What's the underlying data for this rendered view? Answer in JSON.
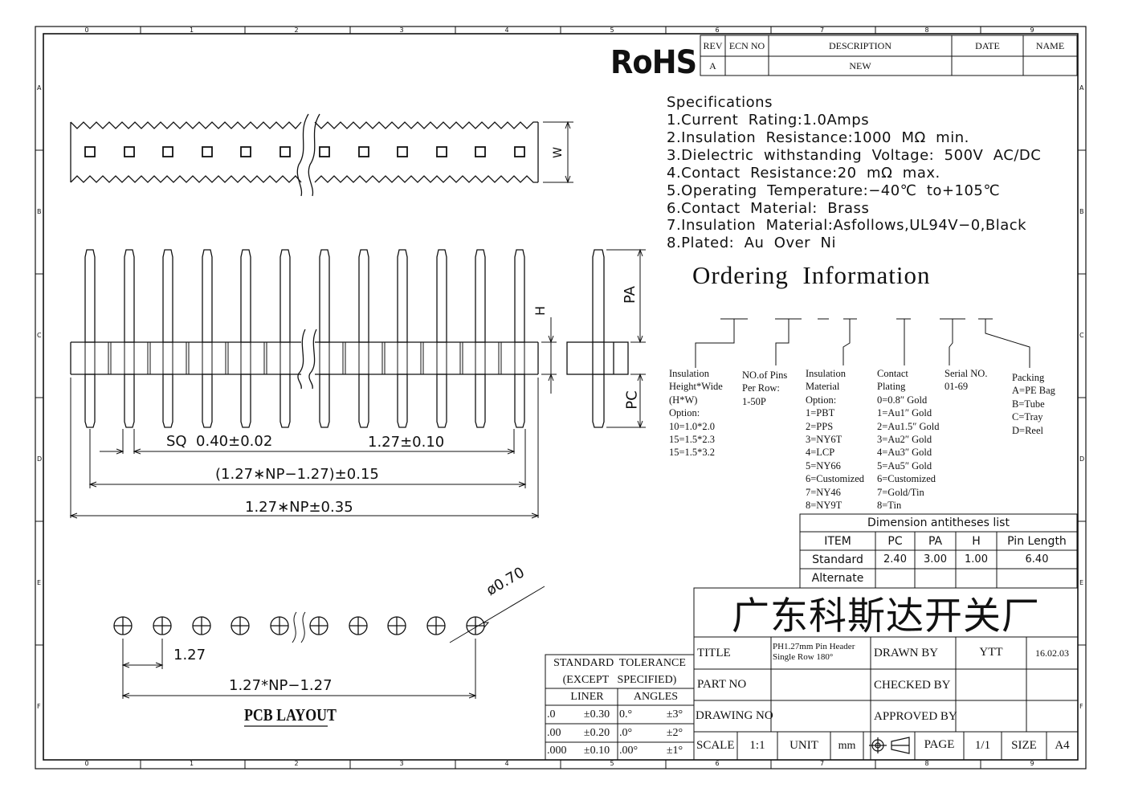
{
  "border": {
    "cols": [
      "0",
      "1",
      "2",
      "3",
      "4",
      "5",
      "6",
      "7",
      "8",
      "9"
    ],
    "rows": [
      "A",
      "B",
      "C",
      "D",
      "E",
      "F"
    ]
  },
  "rohs": "RoHS",
  "revision": {
    "headers": [
      "REV",
      "ECN NO",
      "DESCRIPTION",
      "DATE",
      "NAME"
    ],
    "row": [
      "A",
      "",
      "NEW",
      "",
      ""
    ]
  },
  "specs": {
    "title": "Specifications",
    "items": [
      "1.Current  Rating:1.0Amps",
      "2.Insulation  Resistance:1000  MΩ  min.",
      "3.Dielectric  withstanding  Voltage:  500V  AC/DC",
      "4.Contact  Resistance:20  mΩ  max.",
      "5.Operating  Temperature:−40℃  to+105℃",
      "6.Contact  Material:  Brass",
      "7.Insulation  Material:Asfollows,UL94V−0,Black",
      "8.Plated:  Au  Over  Ni"
    ]
  },
  "ordering": {
    "title": "Ordering  Information",
    "groups": [
      {
        "label": "Insulation\nHeight*Wide\n(H*W)\nOption:\n10=1.0*2.0\n15=1.5*2.3\n15=1.5*3.2"
      },
      {
        "label": "NO.of Pins\nPer Row:\n1-50P"
      },
      {
        "label": "Insulation\nMaterial\nOption:\n1=PBT\n2=PPS\n3=NY6T\n4=LCP\n5=NY66\n6=Customized\n7=NY46\n8=NY9T"
      },
      {
        "label": "Contact\nPlating\n0=0.8″ Gold\n1=Au1″ Gold\n2=Au1.5″ Gold\n3=Au2″ Gold\n4=Au3″ Gold\n5=Au5″ Gold\n6=Customized\n7=Gold/Tin\n8=Tin"
      },
      {
        "label": "Serial NO.\n01-69"
      },
      {
        "label": "Packing\nA=PE Bag\nB=Tube\nC=Tray\nD=Reel"
      }
    ]
  },
  "dimensions_table": {
    "title": "Dimension antitheses list",
    "headers": [
      "ITEM",
      "PC",
      "PA",
      "H",
      "Pin Length"
    ],
    "rows": [
      [
        "Standard",
        "2.40",
        "3.00",
        "1.00",
        "6.40"
      ],
      [
        "Alternate",
        "",
        "",
        "",
        ""
      ]
    ]
  },
  "drawing_labels": {
    "w": "W",
    "h": "H",
    "pa": "PA",
    "pc": "PC",
    "sq": "SQ  0.40±0.02",
    "pitch": "1.27±0.10",
    "span1": "(1.27∗NP−1.27)±0.15",
    "span2": "1.27∗NP±0.35",
    "hole": "ø0.70",
    "pcb_pitch": "1.27",
    "pcb_span": "1.27*NP−1.27",
    "pcb_title": "PCB LAYOUT"
  },
  "company": "广东科斯达开关厂",
  "tolerance": {
    "title1": "STANDARD  TOLERANCE",
    "title2": "(EXCEPT   SPECIFIED)",
    "liner": "LINER",
    "angles": "ANGLES",
    "rows": [
      [
        ".0",
        "±0.30",
        "0.°",
        "±3°"
      ],
      [
        ".00",
        "±0.20",
        ".0°",
        "±2°"
      ],
      [
        ".000",
        "±0.10",
        ".00°",
        "±1°"
      ]
    ]
  },
  "title_block": {
    "title_label": "TITLE",
    "title_value1": "PH1.27mm Pin Header",
    "title_value2": "Single Row 180°",
    "drawn_by_label": "DRAWN BY",
    "drawn_by": "YTT",
    "date": "16.02.03",
    "part_no_label": "PART NO",
    "checked_by_label": "CHECKED BY",
    "drawing_no_label": "DRAWING NO",
    "approved_by_label": "APPROVED BY",
    "scale_label": "SCALE",
    "scale": "1:1",
    "unit_label": "UNIT",
    "unit": "mm",
    "page_label": "PAGE",
    "page": "1/1",
    "size_label": "SIZE",
    "size": "A4"
  }
}
